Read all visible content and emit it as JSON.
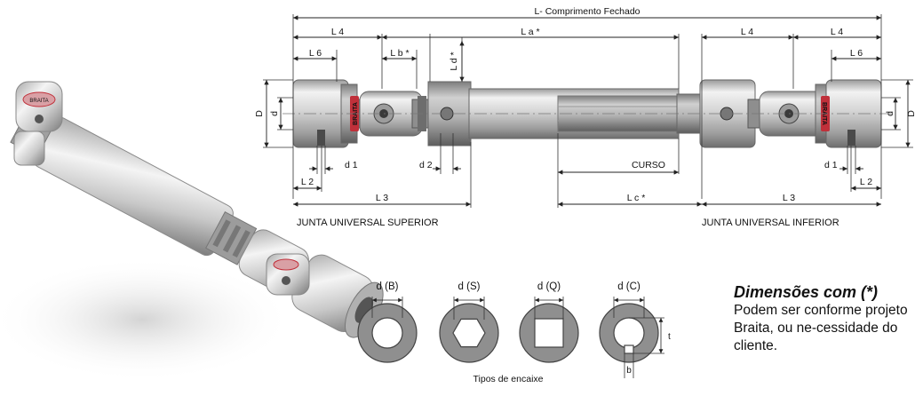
{
  "dimensions": {
    "closed_length": "L- Comprimento Fechado",
    "l4_left": "L 4",
    "l4_right_a": "L 4",
    "l4_right_b": "L 4",
    "la": "L a *",
    "l6_left": "L 6",
    "l6_right": "L 6",
    "lb": "L b *",
    "ld": "L d *",
    "D_left": "D",
    "d_left": "d",
    "D_right": "D",
    "d_right": "d",
    "d1_left": "d 1",
    "d2": "d 2",
    "curso": "CURSO",
    "d1_right": "d 1",
    "l2_left": "L 2",
    "l2_right": "L 2",
    "l3_left": "L 3",
    "lc": "L c *",
    "l3_right": "L 3"
  },
  "labels": {
    "upper_joint": "JUNTA UNIVERSAL SUPERIOR",
    "lower_joint": "JUNTA UNIVERSAL INFERIOR",
    "brand_left": "BRAITA",
    "brand_right": "BRAITA",
    "brand_photo": "BRAITA"
  },
  "fittings": {
    "items": [
      {
        "label": "d (B)"
      },
      {
        "label": "d (S)"
      },
      {
        "label": "d (Q)"
      },
      {
        "label": "d (C)"
      }
    ],
    "caption": "Tipos de encaixe",
    "keyway_t": "t",
    "keyway_b": "b"
  },
  "note": {
    "title": "Dimensões com (*)",
    "body": "Podem ser conforme projeto Braita, ou ne-cessidade do cliente."
  },
  "colors": {
    "metal_light": "#e8e8e8",
    "metal_dark": "#8a8a8a",
    "fitting_gray": "#8f8f8f",
    "brand_red": "#c0303a"
  }
}
